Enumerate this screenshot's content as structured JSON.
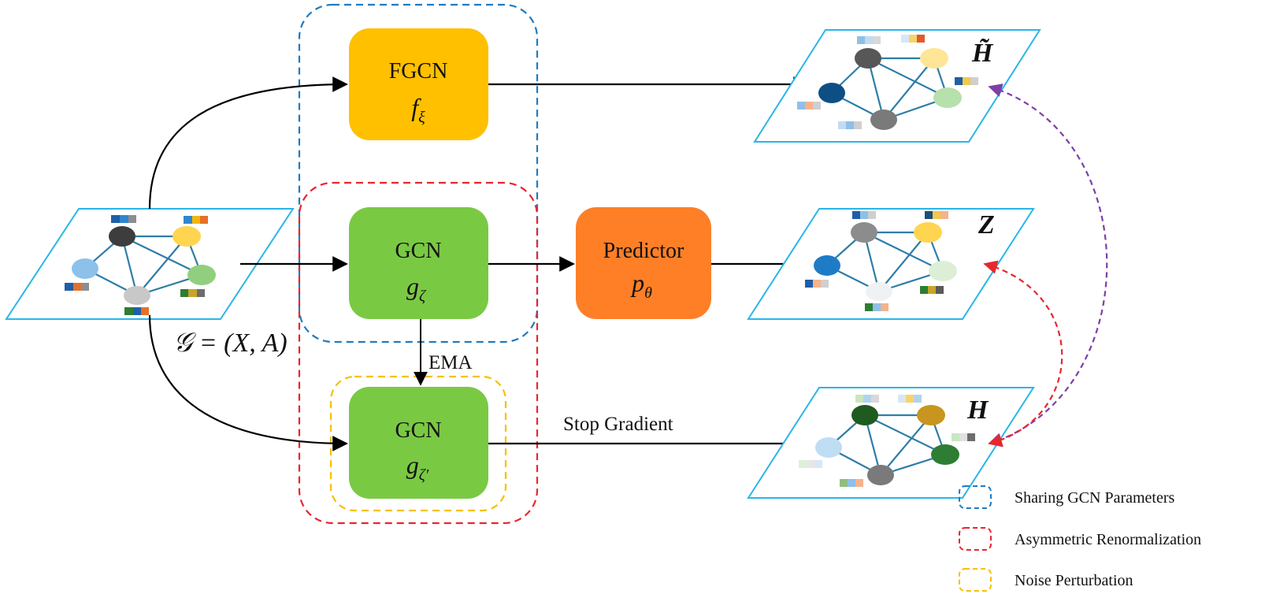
{
  "input_graph": {
    "label": "𝒢 = (X, A)"
  },
  "modules": {
    "fgcn": {
      "title": "FGCN",
      "symbol": "f",
      "subscript": "ξ",
      "color": "#FFC000"
    },
    "gcn_online": {
      "title": "GCN",
      "symbol": "g",
      "subscript": "ζ",
      "color": "#7AC943"
    },
    "gcn_target": {
      "title": "GCN",
      "symbol": "g",
      "subscript": "ζ′",
      "color": "#7AC943"
    },
    "predictor": {
      "title": "Predictor",
      "symbol": "p",
      "subscript": "θ",
      "color": "#FF7F27"
    }
  },
  "edge_labels": {
    "ema": "EMA",
    "stop_gradient": "Stop Gradient"
  },
  "outputs": {
    "h_tilde": "H̃",
    "z": "Z",
    "h": "H"
  },
  "legend": [
    {
      "label": "Sharing GCN Parameters",
      "color": "#1F7BC1"
    },
    {
      "label": "Asymmetric Renormalization",
      "color": "#E8262F"
    },
    {
      "label": "Noise Perturbation",
      "color": "#F5C100"
    }
  ],
  "colors": {
    "plane_border": "#29B6E8",
    "graph_edge": "#2E7DA8",
    "arrow": "#000000",
    "dash_purple": "#7E3FA6",
    "dash_red": "#E8262F"
  }
}
